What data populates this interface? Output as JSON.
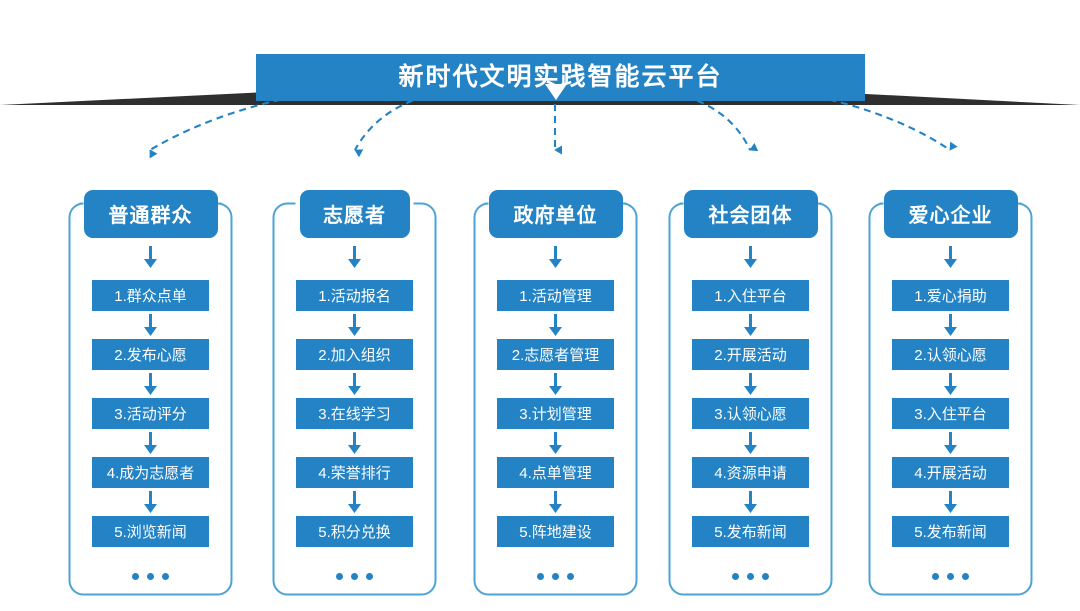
{
  "banner": {
    "title": "新时代文明实践智能云平台",
    "bar_color": "#2383c4",
    "shadow_color": "#2f2f2f",
    "notch_icon": "chevron-down-icon"
  },
  "theme": {
    "accent": "#2383c4",
    "border": "#4da3d4",
    "text_on_accent": "#ffffff",
    "background": "#ffffff"
  },
  "connectors": {
    "style": "dashed",
    "color": "#2383c4",
    "arrow_icon": "arrow-down-icon",
    "source_label": "新时代文明实践智能云平台"
  },
  "ellipsis": "...",
  "columns": [
    {
      "id": "public",
      "header": "普通群众",
      "header_width": "wide",
      "steps": [
        "1.群众点单",
        "2.发布心愿",
        "3.活动评分",
        "4.成为志愿者",
        "5.浏览新闻"
      ]
    },
    {
      "id": "volunteer",
      "header": "志愿者",
      "header_width": "narrow",
      "steps": [
        "1.活动报名",
        "2.加入组织",
        "3.在线学习",
        "4.荣誉排行",
        "5.积分兑换"
      ]
    },
    {
      "id": "government",
      "header": "政府单位",
      "header_width": "wide",
      "steps": [
        "1.活动管理",
        "2.志愿者管理",
        "3.计划管理",
        "4.点单管理",
        "5.阵地建设"
      ]
    },
    {
      "id": "social-group",
      "header": "社会团体",
      "header_width": "wide",
      "steps": [
        "1.入住平台",
        "2.开展活动",
        "3.认领心愿",
        "4.资源申请",
        "5.发布新闻"
      ]
    },
    {
      "id": "enterprise",
      "header": "爱心企业",
      "header_width": "wide",
      "steps": [
        "1.爱心捐助",
        "2.认领心愿",
        "3.入住平台",
        "4.开展活动",
        "5.发布新闻"
      ]
    }
  ]
}
